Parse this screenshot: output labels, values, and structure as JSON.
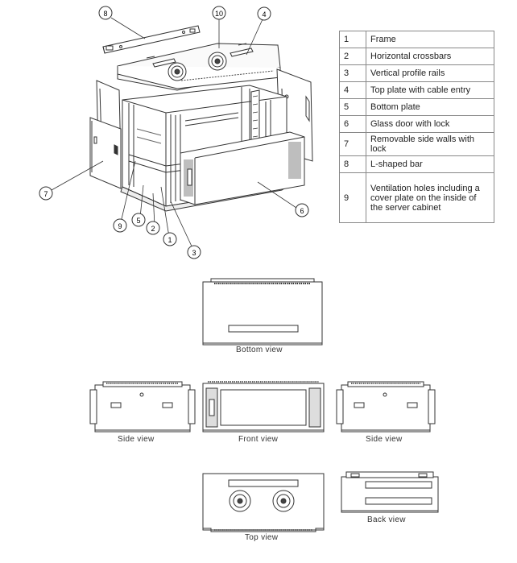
{
  "legend": [
    {
      "num": "1",
      "desc": "Frame"
    },
    {
      "num": "2",
      "desc": "Horizontal crossbars"
    },
    {
      "num": "3",
      "desc": "Vertical profile rails"
    },
    {
      "num": "4",
      "desc": "Top plate with cable entry"
    },
    {
      "num": "5",
      "desc": "Bottom plate"
    },
    {
      "num": "6",
      "desc": "Glass door with lock"
    },
    {
      "num": "7",
      "desc": "Removable side walls with lock"
    },
    {
      "num": "8",
      "desc": "L-shaped bar"
    },
    {
      "num": "9",
      "desc": "Ventilation holes including a cover plate on the inside of the server cabinet"
    }
  ],
  "callouts": [
    "8",
    "10",
    "4",
    "7",
    "6",
    "9",
    "5",
    "2",
    "1",
    "3"
  ],
  "captions": {
    "bottom": "Bottom view",
    "side_left": "Side view",
    "front": "Front view",
    "side_right": "Side view",
    "top": "Top view",
    "back": "Back view"
  }
}
